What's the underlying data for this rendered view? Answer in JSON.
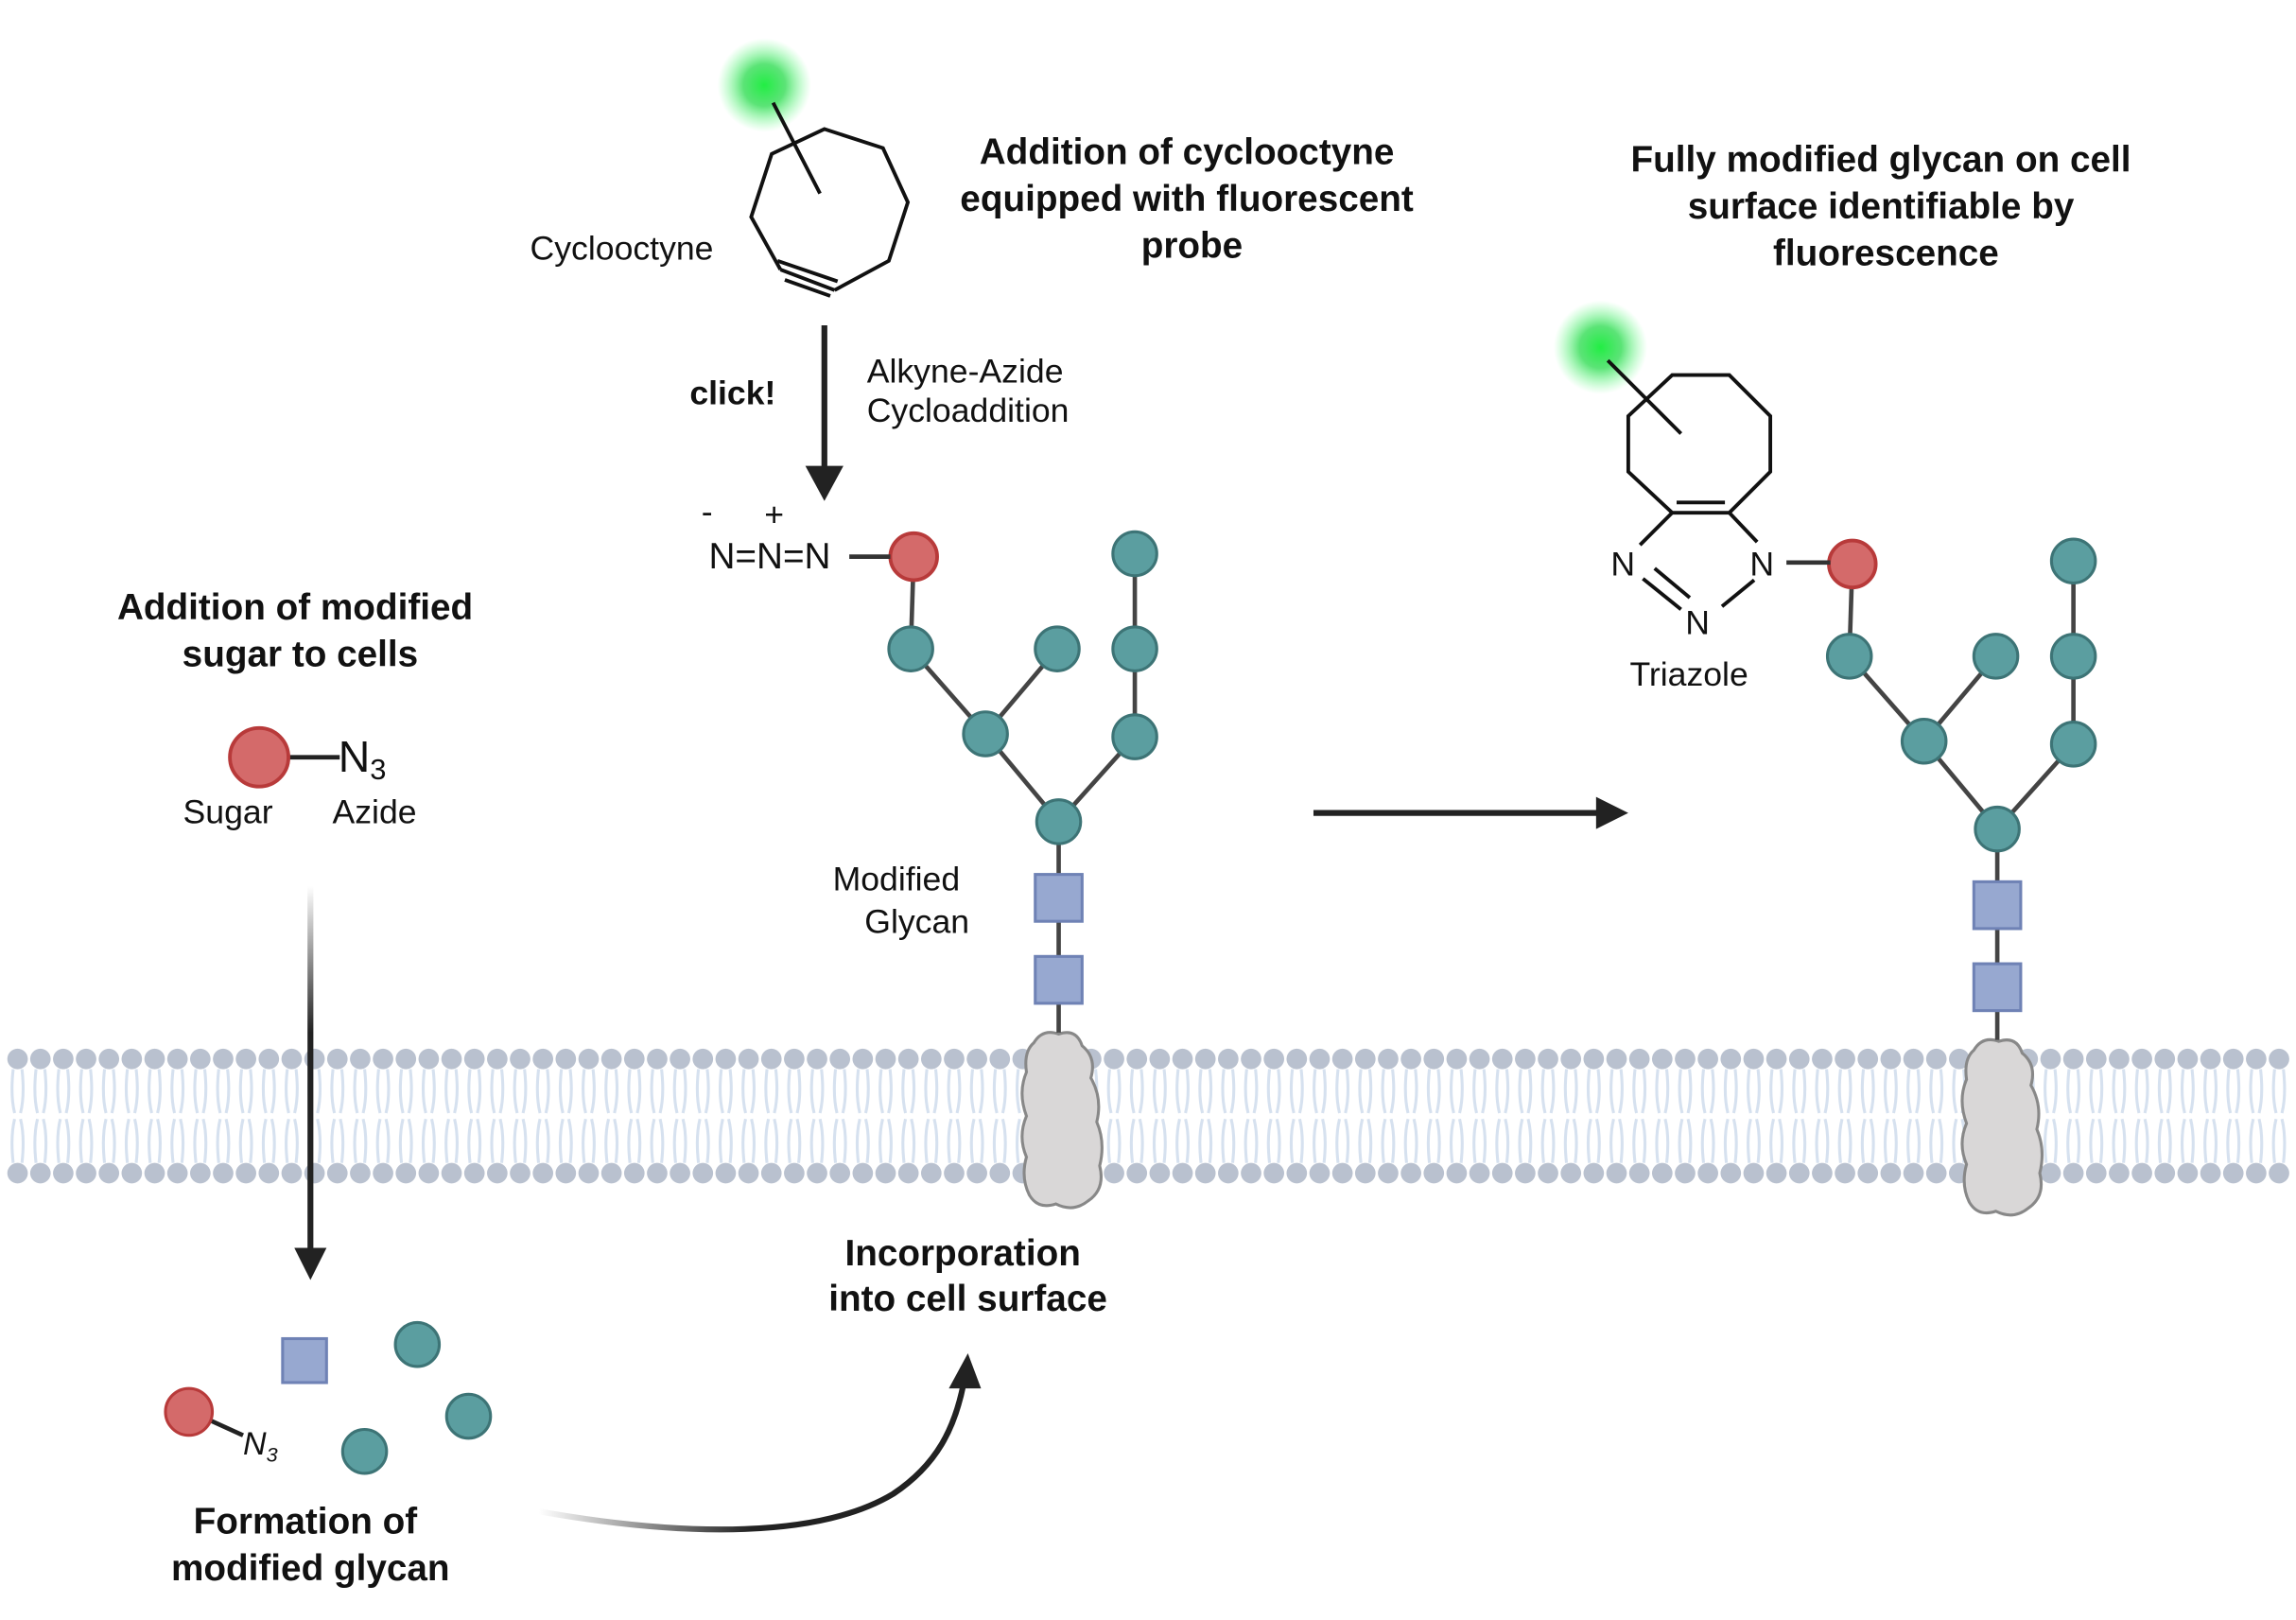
{
  "labels": {
    "step_cyclooctyne": [
      "Addition of cyclooctyne",
      "equipped with fluorescent",
      "probe"
    ],
    "cyclooctyne": "Cyclooctyne",
    "click": "click!",
    "reaction": [
      "Alkyne-Azide",
      "Cycloaddition"
    ],
    "charge_minus": "-",
    "charge_plus": "+",
    "azide_chain": "N=N=N",
    "step_sugar": [
      "Addition of modified",
      "sugar to cells"
    ],
    "n3": "N",
    "n3_sub": "3",
    "sugar": "Sugar",
    "azide": "Azide",
    "modified_glycan": [
      "Modified",
      "Glycan"
    ],
    "step_incorporation": [
      "Incorporation",
      "into cell surface"
    ],
    "step_formation": [
      "Formation of",
      "modified glycan"
    ],
    "step_final": [
      "Fully modified glycan on cell",
      "surface identifiable by",
      "fluorescence"
    ],
    "triazole_n": "N",
    "triazole": "Triazole"
  },
  "colors": {
    "sugar_red": "#d46a6a",
    "teal": "#5b9ea0",
    "square": "#97a8d0",
    "fluor_green": "#22dd44",
    "lipid_head": "#b9c1cf",
    "lipid_tail": "#d6e1ef"
  }
}
